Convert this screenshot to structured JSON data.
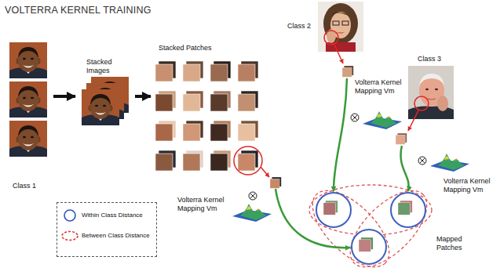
{
  "diagram": {
    "title": "VOLTERRA KERNEL TRAINING",
    "nodes": [
      {
        "text": [
          "Class 1"
        ]
      },
      {
        "text": [
          "Stacked Images"
        ]
      },
      {
        "text": [
          "Stacked Patches"
        ]
      },
      {
        "text": [
          "Class 2"
        ]
      },
      {
        "text": [
          "Class 3"
        ]
      }
    ],
    "edges": [
      {
        "from": 0,
        "to": 1,
        "arrow": "to"
      },
      {
        "from": 1,
        "to": 2,
        "arrow": "to"
      }
    ],
    "labels": [
      "Volterra Kernel Mapping Vm",
      "Volterra Kernel Mapping Vm",
      "Volterra Kernel Mapping Vm",
      "Mapped Patches"
    ],
    "legend": [
      {
        "text": "Within Class Distance"
      },
      {
        "text": "Between Class Distance"
      }
    ]
  }
}
